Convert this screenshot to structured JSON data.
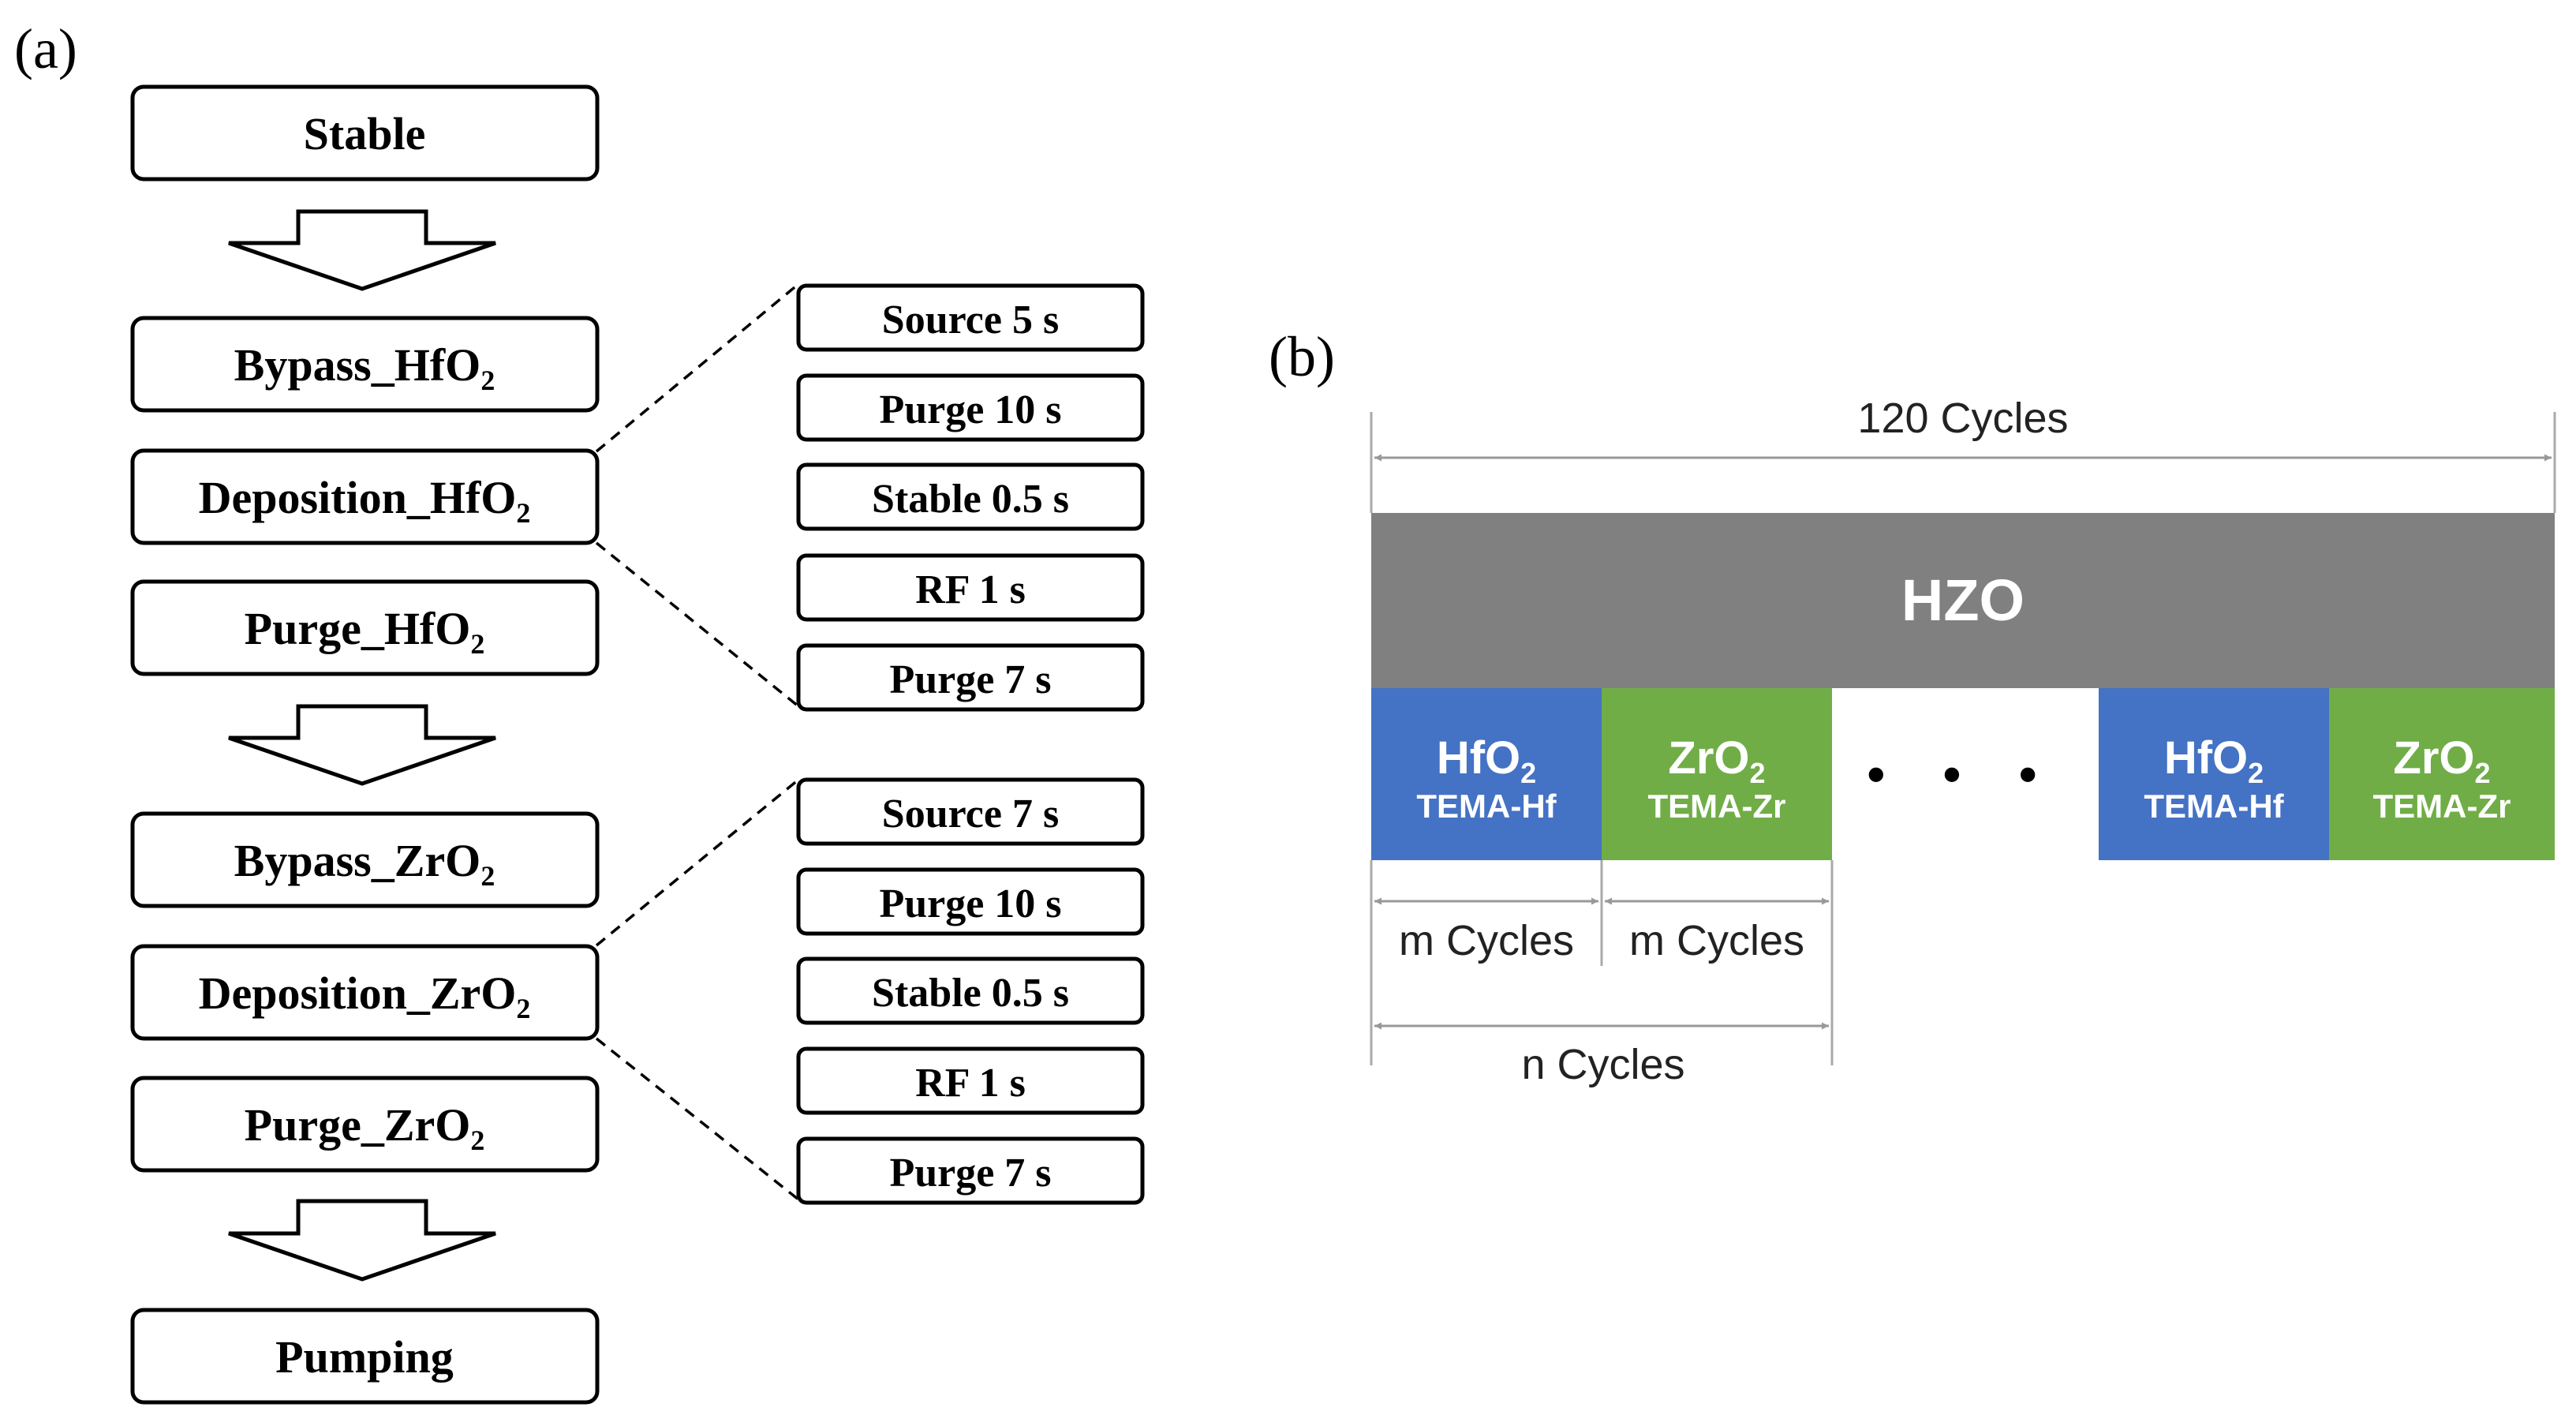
{
  "panel_a": {
    "label": "(a)",
    "flow": [
      {
        "text": "Stable",
        "sub": "",
        "tail": ""
      },
      {
        "text": "Bypass_HfO",
        "sub": "2",
        "tail": ""
      },
      {
        "text": "Deposition_HfO",
        "sub": "2",
        "tail": ""
      },
      {
        "text": "Purge_HfO",
        "sub": "2",
        "tail": ""
      },
      {
        "text": "Bypass_ZrO",
        "sub": "2",
        "tail": ""
      },
      {
        "text": "Deposition_ZrO",
        "sub": "2",
        "tail": ""
      },
      {
        "text": "Purge_ZrO",
        "sub": "2",
        "tail": ""
      },
      {
        "text": "Pumping",
        "sub": "",
        "tail": ""
      }
    ],
    "hf_steps": [
      "Source  5 s",
      "Purge 10 s",
      "Stable 0.5 s",
      "RF 1 s",
      "Purge 7 s"
    ],
    "zr_steps": [
      "Source  7 s",
      "Purge 10 s",
      "Stable 0.5 s",
      "RF 1 s",
      "Purge 7 s"
    ]
  },
  "panel_b": {
    "label": "(b)",
    "total_cycles": "120 Cycles",
    "film": "HZO",
    "blocks": [
      {
        "formula": "HfO",
        "sub": "2",
        "precursor": "TEMA-Hf",
        "color": "#4472C4"
      },
      {
        "formula": "ZrO",
        "sub": "2",
        "precursor": "TEMA-Zr",
        "color": "#70AD47"
      },
      {
        "formula": "HfO",
        "sub": "2",
        "precursor": "TEMA-Hf",
        "color": "#4472C4"
      },
      {
        "formula": "ZrO",
        "sub": "2",
        "precursor": "TEMA-Zr",
        "color": "#70AD47"
      }
    ],
    "ellipsis": "• • •",
    "m_cycles_1": "m Cycles",
    "m_cycles_2": "m Cycles",
    "n_cycles": "n Cycles",
    "film_color": "#808080"
  }
}
